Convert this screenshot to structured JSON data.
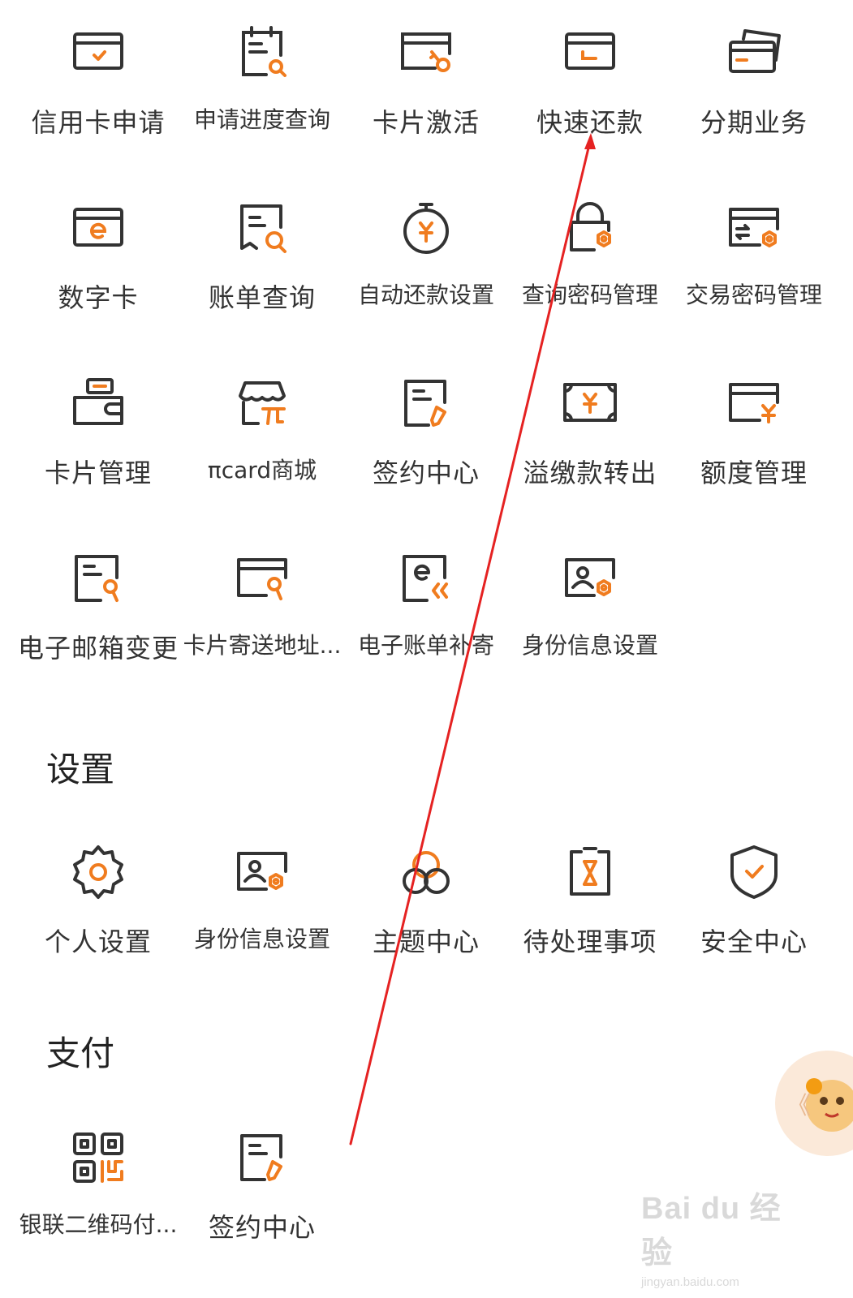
{
  "colors": {
    "accent": "#f07c1f",
    "stroke": "#333333",
    "arrow": "#e52222"
  },
  "services": [
    {
      "label": "信用卡申请",
      "icon": "card-check-icon"
    },
    {
      "label": "申请进度查询",
      "icon": "doc-search-icon"
    },
    {
      "label": "卡片激活",
      "icon": "card-key-icon"
    },
    {
      "label": "快速还款",
      "icon": "card-pay-icon"
    },
    {
      "label": "分期业务",
      "icon": "cards-stack-icon"
    },
    {
      "label": "数字卡",
      "icon": "digital-card-icon"
    },
    {
      "label": "账单查询",
      "icon": "bill-search-icon"
    },
    {
      "label": "自动还款设置",
      "icon": "stopwatch-yuan-icon"
    },
    {
      "label": "查询密码管理",
      "icon": "lock-hex-icon"
    },
    {
      "label": "交易密码管理",
      "icon": "card-exchange-hex-icon"
    },
    {
      "label": "卡片管理",
      "icon": "wallet-icon"
    },
    {
      "label": "πcard商城",
      "icon": "shop-icon"
    },
    {
      "label": "签约中心",
      "icon": "doc-pen-icon"
    },
    {
      "label": "溢缴款转出",
      "icon": "banknote-yuan-icon"
    },
    {
      "label": "额度管理",
      "icon": "card-yuan-icon"
    },
    {
      "label": "电子邮箱变更",
      "icon": "doc-wrench-icon"
    },
    {
      "label": "卡片寄送地址...",
      "icon": "card-wrench-icon"
    },
    {
      "label": "电子账单补寄",
      "icon": "ebill-resend-icon"
    },
    {
      "label": "身份信息设置",
      "icon": "id-card-hex-icon"
    }
  ],
  "settings": {
    "title": "设置",
    "items": [
      {
        "label": "个人设置",
        "icon": "gear-icon"
      },
      {
        "label": "身份信息设置",
        "icon": "id-card-hex-icon"
      },
      {
        "label": "主题中心",
        "icon": "theme-circles-icon"
      },
      {
        "label": "待处理事项",
        "icon": "clipboard-hourglass-icon"
      },
      {
        "label": "安全中心",
        "icon": "shield-check-icon"
      }
    ]
  },
  "payment": {
    "title": "支付",
    "items": [
      {
        "label": "银联二维码付...",
        "icon": "qr-code-icon"
      },
      {
        "label": "签约中心",
        "icon": "doc-pen-icon"
      }
    ]
  },
  "watermark": {
    "logo": "Bai du 经验",
    "url": "jingyan.baidu.com"
  }
}
